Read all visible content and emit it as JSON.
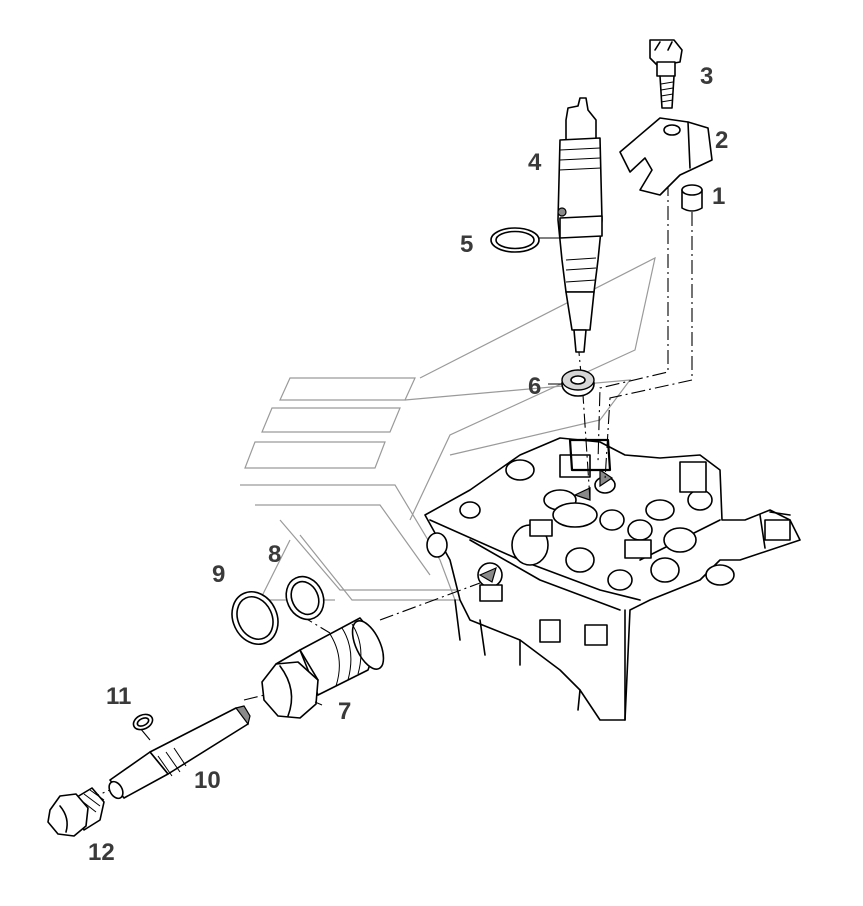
{
  "diagram": {
    "type": "exploded-parts-view",
    "callouts": [
      {
        "id": "p1",
        "label": "1"
      },
      {
        "id": "p2",
        "label": "2"
      },
      {
        "id": "p3",
        "label": "3"
      },
      {
        "id": "p4",
        "label": "4"
      },
      {
        "id": "p5",
        "label": "5"
      },
      {
        "id": "p6",
        "label": "6"
      },
      {
        "id": "p7",
        "label": "7"
      },
      {
        "id": "p8",
        "label": "8"
      },
      {
        "id": "p9",
        "label": "9"
      },
      {
        "id": "p10",
        "label": "10"
      },
      {
        "id": "p11",
        "label": "11"
      },
      {
        "id": "p12",
        "label": "12"
      }
    ]
  },
  "colors": {
    "line": "#000000",
    "label": "#3a3a3a",
    "shade": "#d6d6d6",
    "watermark": "#9a9a9a"
  }
}
